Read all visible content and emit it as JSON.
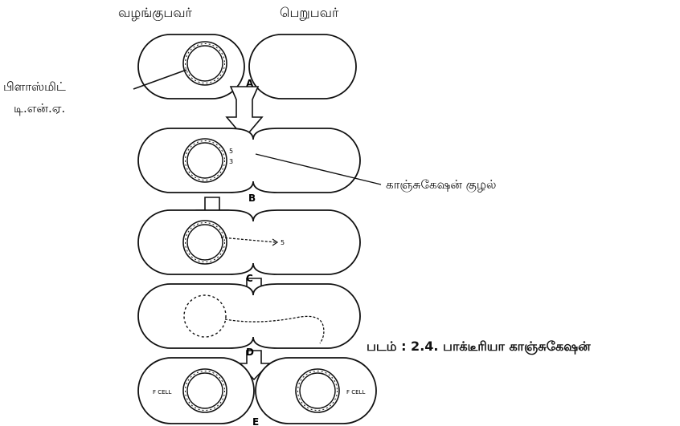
{
  "labels": {
    "donor": "வழங்குபவர்",
    "recipient": "பெறுபவர்",
    "plasmid_line1": "பிளாஸ்மிட்",
    "plasmid_line2": "டி.என்.ஏ.",
    "conjugation_tube": "காஞ்சுகேஷன் குழல்",
    "caption": "படம் : 2.4. பாக்டீரியா காஞ்சுகேஷன்"
  },
  "steps": [
    "A",
    "B",
    "C",
    "D",
    "E"
  ],
  "strand_marks": {
    "five_prime": "5",
    "three_prime": "3"
  },
  "cell_labels": {
    "left": "F CELL",
    "right": "F CELL"
  }
}
